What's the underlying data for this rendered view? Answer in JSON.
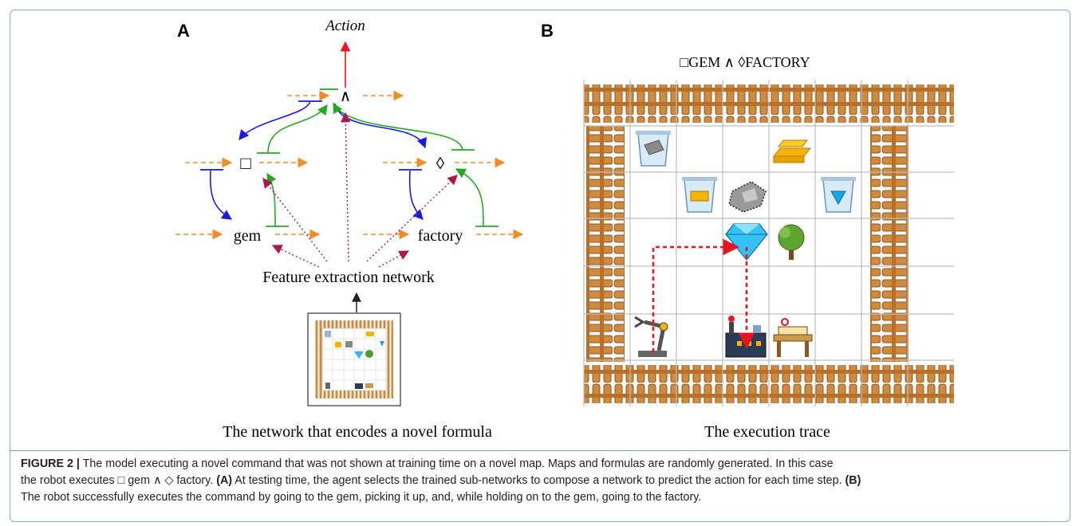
{
  "panel_a": {
    "letter": "A",
    "action_label": "Action",
    "and_symbol": "∧",
    "box_symbol": "□",
    "diamond_symbol": "◊",
    "gem_label": "gem",
    "factory_label": "factory",
    "feature_label": "Feature extraction network",
    "subcaption": "The network that encodes a novel formula"
  },
  "panel_b": {
    "letter": "B",
    "formula": "□GEM ∧ ◊FACTORY",
    "subcaption": "The execution trace"
  },
  "caption": {
    "figure_label": "FIGURE 2 |",
    "line1": " The model executing a novel command that was not shown at training time on a novel map. Maps and formulas are randomly generated. In this case",
    "line2_pre": "the robot executes □ gem ∧ ◇ factory. ",
    "a_label": "(A)",
    "line2_post": " At testing time, the agent selects the trained sub-networks to compose a network to predict the action for each time step. ",
    "b_label": "(B)",
    "line3": "The robot successfully executes the command by going to the gem, picking it up, and, while holding on to the gem, going to the factory."
  },
  "colors": {
    "orange": "#f28c28",
    "blue": "#1a1ae6",
    "green": "#22aa22",
    "red": "#e8141e",
    "maroon": "#b0164a",
    "fence": "#d08a3e",
    "grid_line": "#bdbdbd"
  },
  "map_objects": [
    "trash-can-with-iron",
    "gold-bars",
    "trash-can-with-gold",
    "iron-ore",
    "trash-can-with-gem",
    "gem",
    "tree",
    "robot-arm",
    "factory",
    "workbench"
  ]
}
